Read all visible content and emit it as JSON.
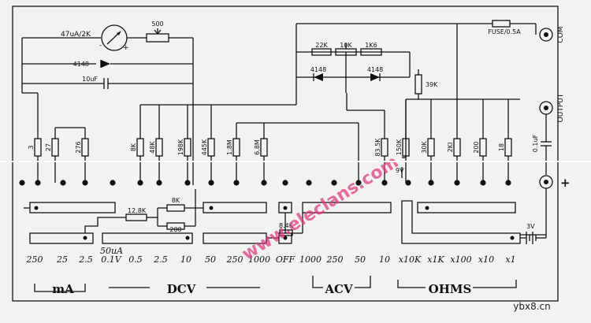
{
  "meter_label": "47uA/2K",
  "meter_plus": "+",
  "meter_minus": "-",
  "pot_label": "500",
  "diode_label": "4148",
  "cap_label": "10uF",
  "fuse_label": "FUSE/0.5A",
  "terminals": {
    "com": "COM",
    "output": "OUTPUT",
    "plus": "+"
  },
  "output_cap": "0.1uF",
  "battery_label": "3V",
  "acv": {
    "r1": "22K",
    "pot": "10K",
    "r2": "1K6",
    "d1": "4148",
    "d2": "4148",
    "r3": "39K"
  },
  "top_resistors": [
    "3",
    "27",
    "276",
    "8K",
    "48K",
    "198K",
    "445K",
    "1.8M",
    "6.8M",
    "83.5K",
    "150K",
    "30K",
    "2KI",
    "200",
    "18"
  ],
  "mid_resistors": {
    "r128k": "12.8K",
    "r8k": "8K",
    "r200": "200",
    "r84k": "8.4K"
  },
  "jfet_label": "9V",
  "dcv_sub": "50uA",
  "scales": [
    "250",
    "25",
    "2.5",
    "0.1V",
    "0.5",
    "2.5",
    "10",
    "50",
    "250",
    "1000",
    "OFF",
    "1000",
    "250",
    "50",
    "10",
    "x10K",
    "x1K",
    "x100",
    "x10",
    "x1"
  ],
  "groups": [
    "mA",
    "DCV",
    "ACV",
    "OHMS"
  ],
  "watermark": "www.eleclans.com",
  "credit": "ybx8.cn"
}
